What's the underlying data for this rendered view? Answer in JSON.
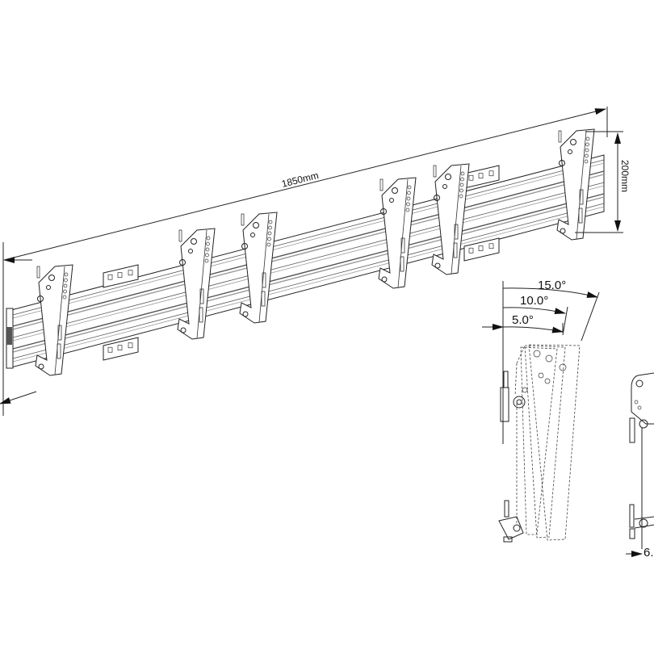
{
  "dimensions": {
    "length": "1850mm",
    "height": "200mm",
    "tilt_max": "15.0°",
    "tilt_mid": "10.0°",
    "tilt_min": "5.0°",
    "offset_partial": "6."
  }
}
